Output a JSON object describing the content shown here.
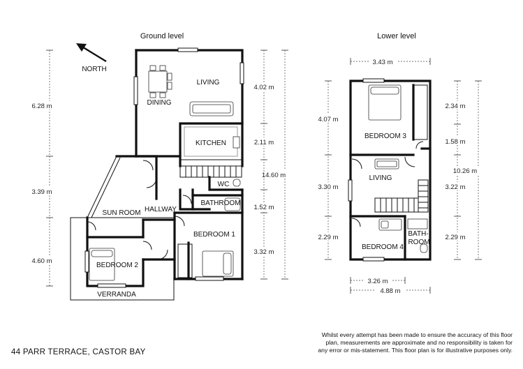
{
  "headings": {
    "ground": "Ground level",
    "lower": "Lower level"
  },
  "north_label": "NORTH",
  "ground_rooms": {
    "living": "LIVING",
    "dining": "DINING",
    "kitchen": "KITCHEN",
    "wc": "WC",
    "bathroom": "BATHROOM",
    "hallway": "HALLWAY",
    "sun_room": "SUN ROOM",
    "bedroom1": "BEDROOM 1",
    "bedroom2": "BEDROOM 2",
    "verranda": "VERRANDA"
  },
  "lower_rooms": {
    "bedroom3": "BEDROOM 3",
    "living": "LIVING",
    "bedroom4": "BEDROOM 4",
    "bath": "BATH-",
    "room": "ROOM"
  },
  "ground_dims": {
    "left_top": "6.28 m",
    "left_mid": "3.39 m",
    "left_bottom": "4.60 m",
    "right_a": "4.02 m",
    "right_b": "2.11 m",
    "right_total": "14.60 m",
    "right_c": "1.52 m",
    "right_d": "3.32 m"
  },
  "lower_dims": {
    "top_width": "3.43 m",
    "left_a": "4.07 m",
    "left_b": "3.30 m",
    "left_c": "2.29 m",
    "right_a": "2.34 m",
    "right_b": "1.58 m",
    "right_total": "10.26 m",
    "right_c": "3.22 m",
    "right_d": "2.29 m",
    "bottom_a": "3.26 m",
    "bottom_b": "4.88 m"
  },
  "address": "44 PARR TERRACE, CASTOR BAY",
  "disclaimer": [
    "Whilst every attempt has been made to ensure the accuracy of this floor",
    "plan, measurements are approximate and no responsibility is taken for",
    "any error or mis-statement. This floor plan is for illustrative purposes only."
  ]
}
